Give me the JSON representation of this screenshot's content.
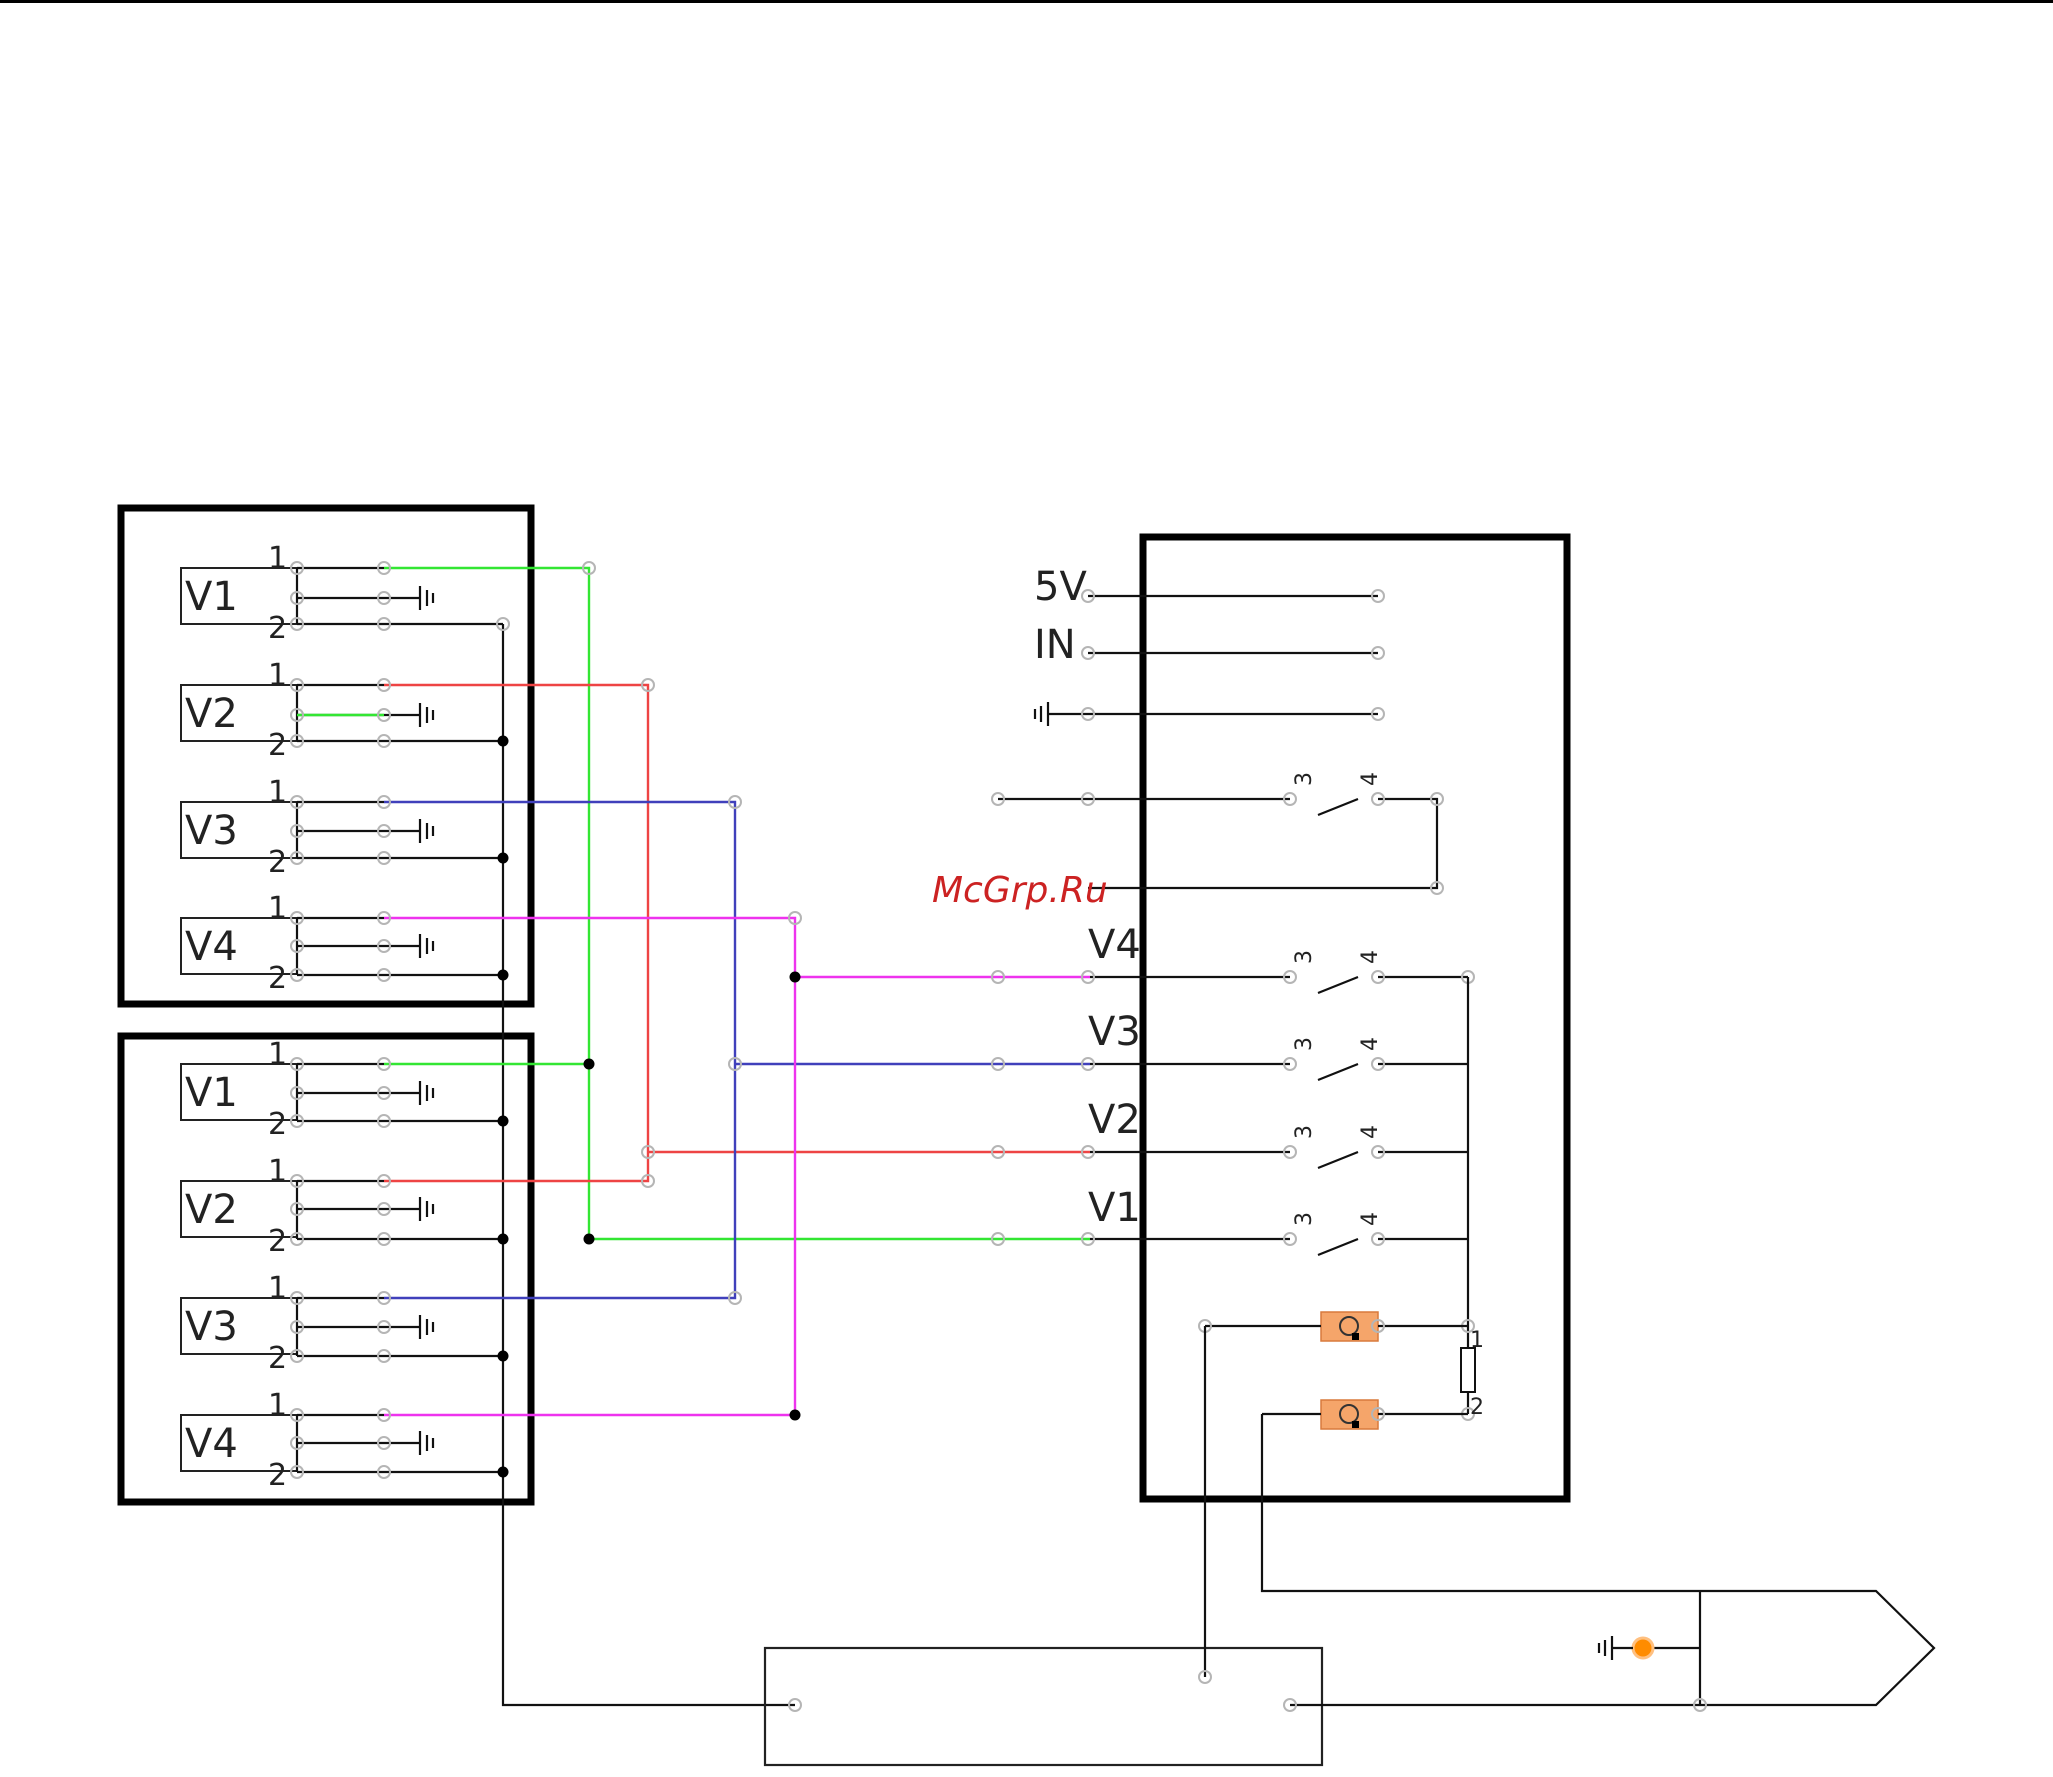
{
  "watermark": "McGrp.Ru",
  "valve_block_1": {
    "valves": [
      "V1",
      "V2",
      "V3",
      "V4"
    ],
    "pins": [
      "1",
      "2"
    ]
  },
  "valve_block_2": {
    "valves": [
      "V1",
      "V2",
      "V3",
      "V4"
    ],
    "pins": [
      "1",
      "2"
    ]
  },
  "controller": {
    "inputs": [
      "5V",
      "IN"
    ],
    "channels": [
      "V4",
      "V3",
      "V2",
      "V1"
    ],
    "switch_pins": [
      "3",
      "4"
    ],
    "fuse_pins": [
      "1",
      "2"
    ]
  },
  "wire_colors": {
    "V1": "#33e633",
    "V2": "#ee4444",
    "V3": "#4040bb",
    "V4": "#ee33ee",
    "default": "#111111"
  },
  "accent_colors": {
    "connector": "#f5a56a",
    "indicator": "#ff8c00"
  }
}
